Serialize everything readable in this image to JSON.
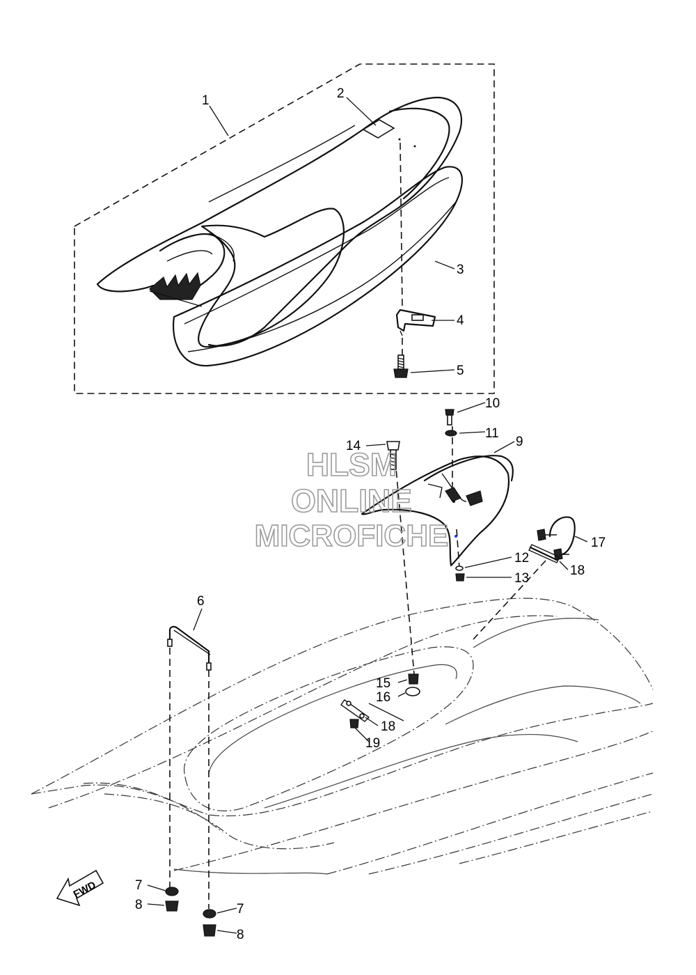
{
  "watermark": {
    "line1": "HLSM",
    "line2": "ONLINE",
    "line3": "MICROFICHE"
  },
  "direction_label": "FWD",
  "callouts": [
    {
      "id": "c1",
      "text": "1"
    },
    {
      "id": "c2",
      "text": "2"
    },
    {
      "id": "c3",
      "text": "3"
    },
    {
      "id": "c4",
      "text": "4"
    },
    {
      "id": "c5",
      "text": "5"
    },
    {
      "id": "c6",
      "text": "6"
    },
    {
      "id": "c7a",
      "text": "7"
    },
    {
      "id": "c7b",
      "text": "7"
    },
    {
      "id": "c8a",
      "text": "8"
    },
    {
      "id": "c8b",
      "text": "8"
    },
    {
      "id": "c9",
      "text": "9"
    },
    {
      "id": "c10",
      "text": "10"
    },
    {
      "id": "c11",
      "text": "11"
    },
    {
      "id": "c12",
      "text": "12"
    },
    {
      "id": "c13",
      "text": "13"
    },
    {
      "id": "c14",
      "text": "14"
    },
    {
      "id": "c15",
      "text": "15"
    },
    {
      "id": "c16",
      "text": "16"
    },
    {
      "id": "c17",
      "text": "17"
    },
    {
      "id": "c18a",
      "text": "18"
    },
    {
      "id": "c18b",
      "text": "18"
    },
    {
      "id": "c19",
      "text": "19"
    }
  ]
}
